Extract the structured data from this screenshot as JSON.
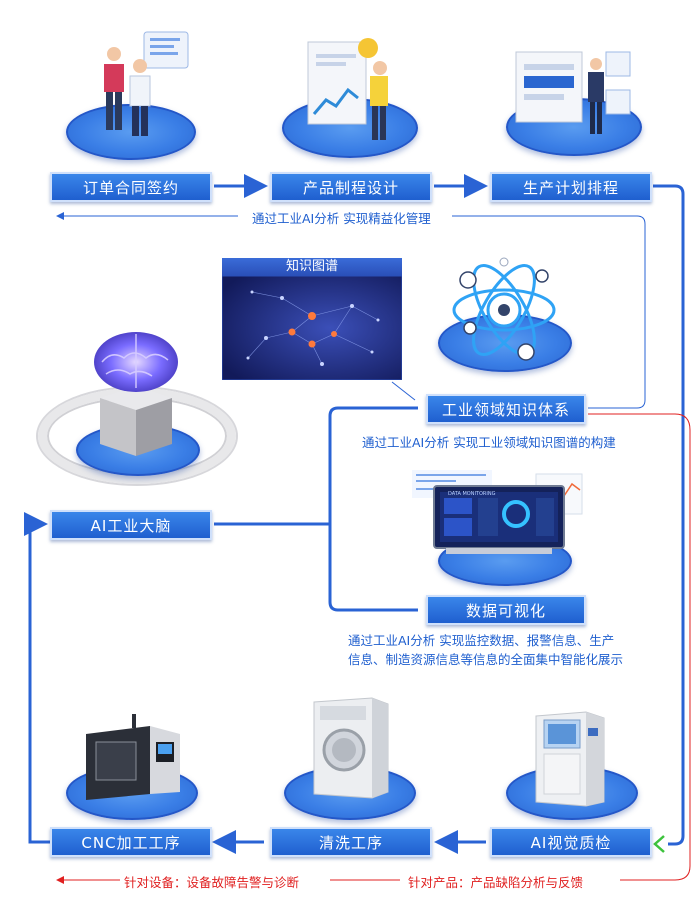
{
  "process": {
    "order": "订单合同签约",
    "design": "产品制程设计",
    "plan": "生产计划排程",
    "knowledge": "工业领域知识体系",
    "brain": "AI工业大脑",
    "visual": "数据可视化",
    "cnc": "CNC加工工序",
    "wash": "清洗工序",
    "inspect": "AI视觉质检"
  },
  "captions": {
    "top": "通过工业AI分析 实现精益化管理",
    "knowledge": "通过工业AI分析 实现工业领域知识图谱的构建",
    "visual_line1": "通过工业AI分析 实现监控数据、报警信息、生产",
    "visual_line2": "信息、制造资源信息等信息的全面集中智能化展示",
    "device": "针对设备：设备故障告警与诊断",
    "product": "针对产品：产品缺陷分析与反馈"
  },
  "panel": {
    "kg_title": "知识图谱",
    "dash_title": "DATA MONITORING"
  },
  "colors": {
    "primary": "#2a6fdc",
    "line": "#2a63d4",
    "red": "#e02020",
    "green": "#3cc23c"
  }
}
